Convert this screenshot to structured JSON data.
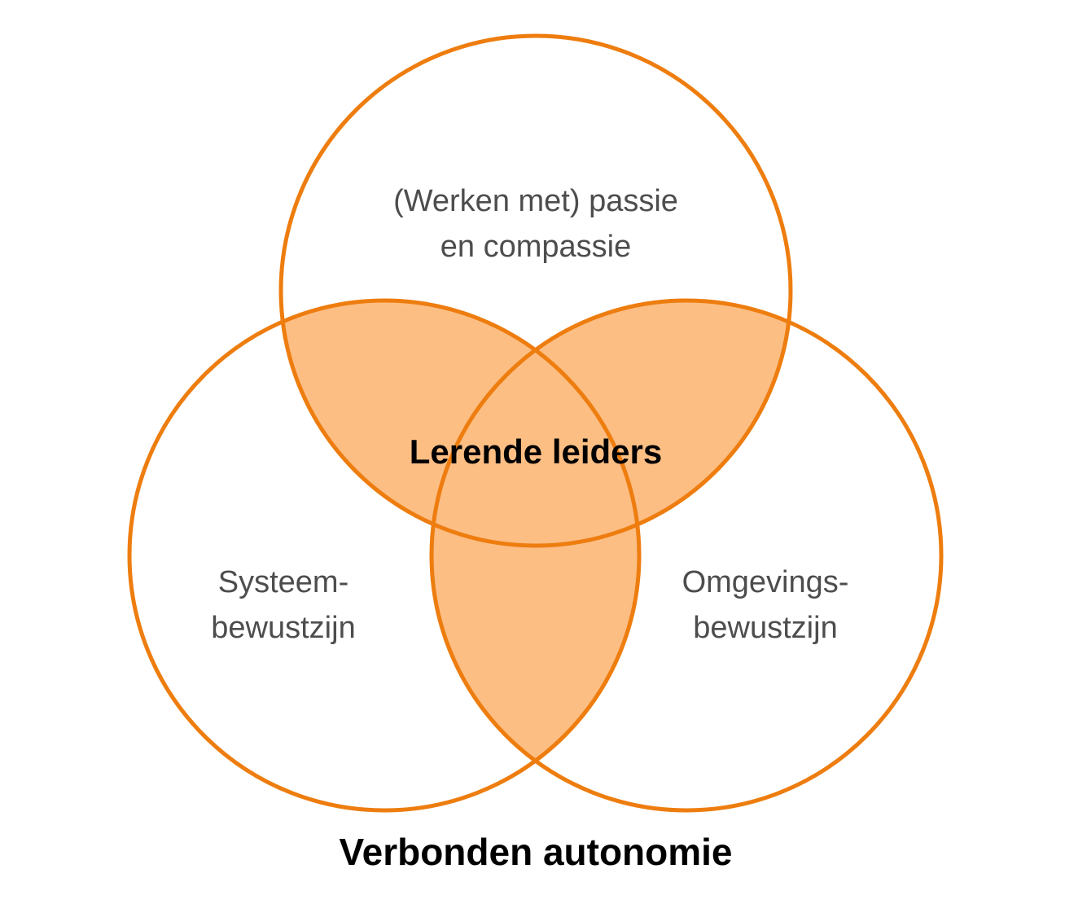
{
  "diagram": {
    "circles": {
      "top": {
        "line1": "(Werken met) passie",
        "line2": "en compassie"
      },
      "left": {
        "line1": "Systeem-",
        "line2": "bewustzijn"
      },
      "right": {
        "line1": "Omgevings-",
        "line2": "bewustzijn"
      }
    },
    "center_label": "Lerende leiders",
    "caption": "Verbonden autonomie"
  },
  "colors": {
    "outline": "#ee7d0f",
    "overlap_fill": "#fdbe84",
    "label_text": "#4d4d4d",
    "emphasis_text": "#000000"
  }
}
